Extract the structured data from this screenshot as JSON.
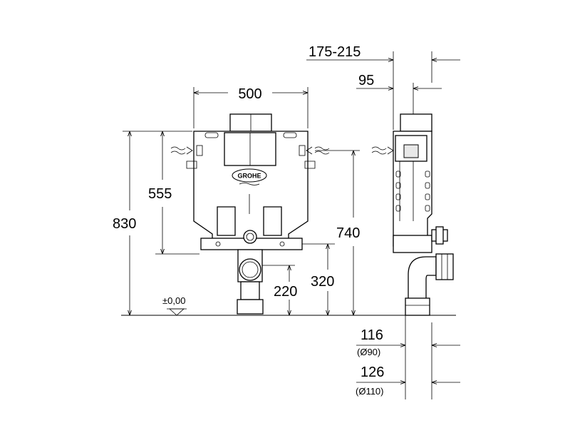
{
  "dimensions": {
    "width_front": "500",
    "height_total": "830",
    "height_flush": "555",
    "height_side_connection": "740",
    "height_drain_connector": "320",
    "height_drain_center": "220",
    "depth_range": "175-215",
    "depth_frame": "95",
    "drain_offset_90": "116",
    "drain_diameter_90": "(Ø90)",
    "drain_offset_110": "126",
    "drain_diameter_110": "(Ø110)",
    "floor_level": "±0,00"
  },
  "logo": {
    "text": "GROHE"
  }
}
